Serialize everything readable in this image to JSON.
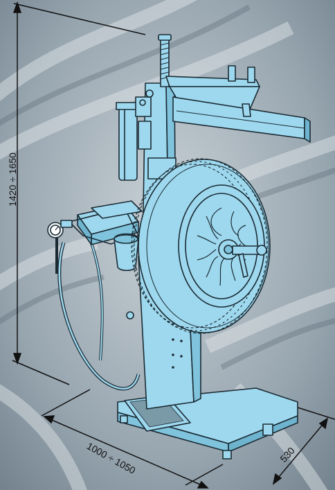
{
  "dimensions": {
    "height": "1420 ÷ 1650",
    "width": "1000 ÷ 1050",
    "depth": "530"
  },
  "colors": {
    "machine": "#9ed8ee",
    "outline": "#1a2a33",
    "background": "#8a9aa6",
    "tread": "#cfd6db"
  }
}
